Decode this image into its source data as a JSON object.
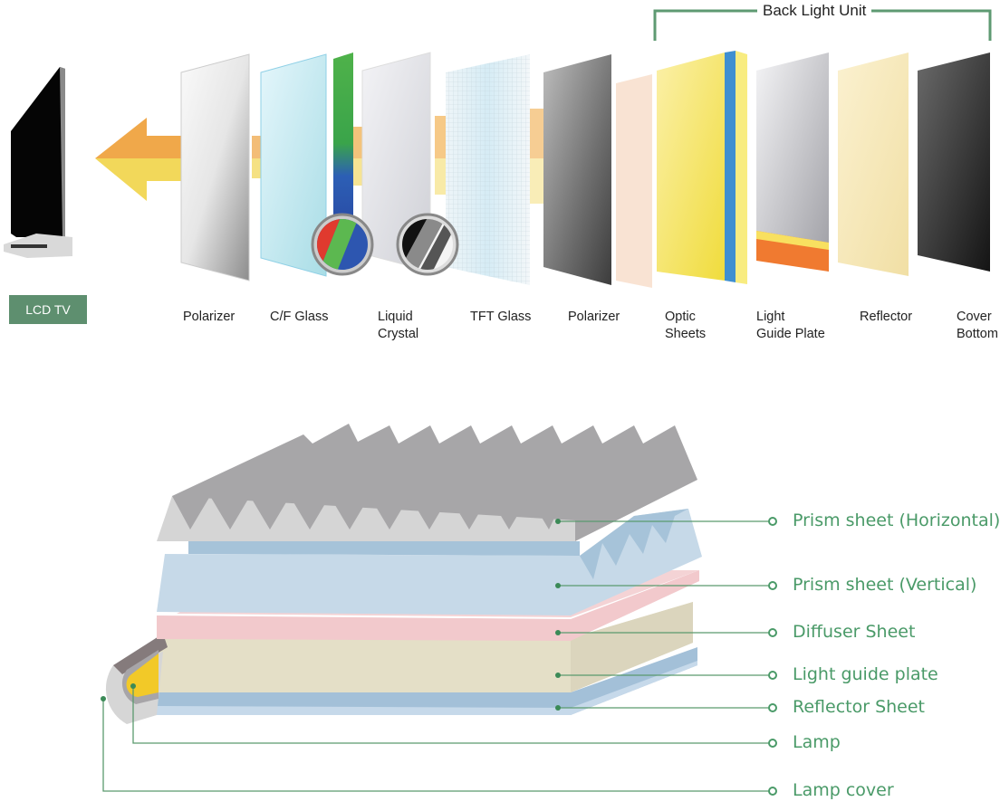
{
  "top_diagram": {
    "bracket_label": "Back Light Unit",
    "tv_button": "LCD TV",
    "layers": [
      {
        "line1": "Polarizer",
        "line2": ""
      },
      {
        "line1": "C/F Glass",
        "line2": ""
      },
      {
        "line1": "Liquid",
        "line2": "Crystal"
      },
      {
        "line1": "TFT Glass",
        "line2": ""
      },
      {
        "line1": "Polarizer",
        "line2": ""
      },
      {
        "line1": "Optic",
        "line2": "Sheets"
      },
      {
        "line1": "Light",
        "line2": "Guide Plate"
      },
      {
        "line1": "Reflector",
        "line2": ""
      },
      {
        "line1": "Cover",
        "line2": "Bottom"
      }
    ]
  },
  "bottom_diagram": {
    "labels": [
      "Prism sheet (Horizontal)",
      "Prism sheet (Vertical)",
      "Diffuser Sheet",
      "Light guide plate",
      "Reflector Sheet",
      "Lamp",
      "Lamp cover"
    ],
    "colors": {
      "leader": "#5a9a6e",
      "label": "#4a9a68",
      "button": "#5e8f6f"
    }
  }
}
